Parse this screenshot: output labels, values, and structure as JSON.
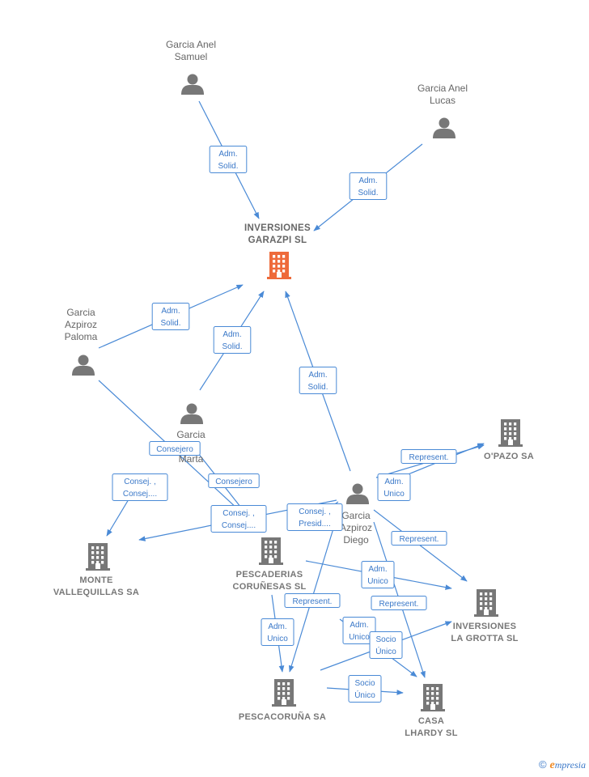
{
  "colors": {
    "edge": "#4a8ad6",
    "person": "#777777",
    "company": "#777777",
    "main_company": "#ee6a3a"
  },
  "nodes": [
    {
      "id": "samuel",
      "type": "person",
      "label": [
        "Garcia Anel",
        "Samuel"
      ]
    },
    {
      "id": "lucas",
      "type": "person",
      "label": [
        "Garcia Anel",
        "Lucas"
      ]
    },
    {
      "id": "garazpi",
      "type": "main",
      "label": [
        "INVERSIONES",
        "GARAZPI  SL"
      ]
    },
    {
      "id": "paloma",
      "type": "person",
      "label": [
        "Garcia",
        "Azpiroz",
        "Paloma"
      ]
    },
    {
      "id": "marta",
      "type": "person",
      "label": [
        "Garcia",
        "z",
        "Marta"
      ]
    },
    {
      "id": "opazo",
      "type": "company",
      "label": [
        "O'PAZO SA"
      ]
    },
    {
      "id": "diego",
      "type": "person",
      "label": [
        "Garcia",
        "Azpiroz",
        "Diego"
      ]
    },
    {
      "id": "monte",
      "type": "company",
      "label": [
        "MONTE",
        "VALLEQUILLAS SA"
      ]
    },
    {
      "id": "pescaderias",
      "type": "company",
      "label": [
        "PESCADERIAS",
        "CORUÑESAS SL"
      ]
    },
    {
      "id": "grotta",
      "type": "company",
      "label": [
        "INVERSIONES",
        "LA GROTTA SL"
      ]
    },
    {
      "id": "pescacoruna",
      "type": "company",
      "label": [
        "PESCACORUÑA SA"
      ]
    },
    {
      "id": "lhardy",
      "type": "company",
      "label": [
        "CASA",
        "LHARDY  SL"
      ]
    }
  ],
  "edges": [
    {
      "label": [
        "Adm.",
        "Solid."
      ]
    },
    {
      "label": [
        "Adm.",
        "Solid."
      ]
    },
    {
      "label": [
        "Adm.",
        "Solid."
      ]
    },
    {
      "label": [
        "Adm.",
        "Solid."
      ]
    },
    {
      "label": [
        "Adm.",
        "Solid."
      ]
    },
    {
      "label": [
        "Consejero"
      ]
    },
    {
      "label": [
        "Consej. ,",
        "Consej...."
      ]
    },
    {
      "label": [
        "Consejero"
      ]
    },
    {
      "label": [
        "Consej. ,",
        "Consej...."
      ]
    },
    {
      "label": [
        "Consej. ,",
        "Presid...."
      ]
    },
    {
      "label": [
        "Represent."
      ]
    },
    {
      "label": [
        "Adm.",
        "Unico"
      ]
    },
    {
      "label": [
        "Represent."
      ]
    },
    {
      "label": [
        "Adm.",
        "Unico"
      ]
    },
    {
      "label": [
        "Represent."
      ]
    },
    {
      "label": [
        "Represent."
      ]
    },
    {
      "label": [
        "Adm.",
        "Unico"
      ]
    },
    {
      "label": [
        "Adm.",
        "Unico"
      ]
    },
    {
      "label": [
        "Socio",
        "Único"
      ]
    },
    {
      "label": [
        "Socio",
        "Único"
      ]
    }
  ],
  "footer": {
    "copyright": "©",
    "brand_e": "e",
    "brand_rest": "mpresia"
  }
}
